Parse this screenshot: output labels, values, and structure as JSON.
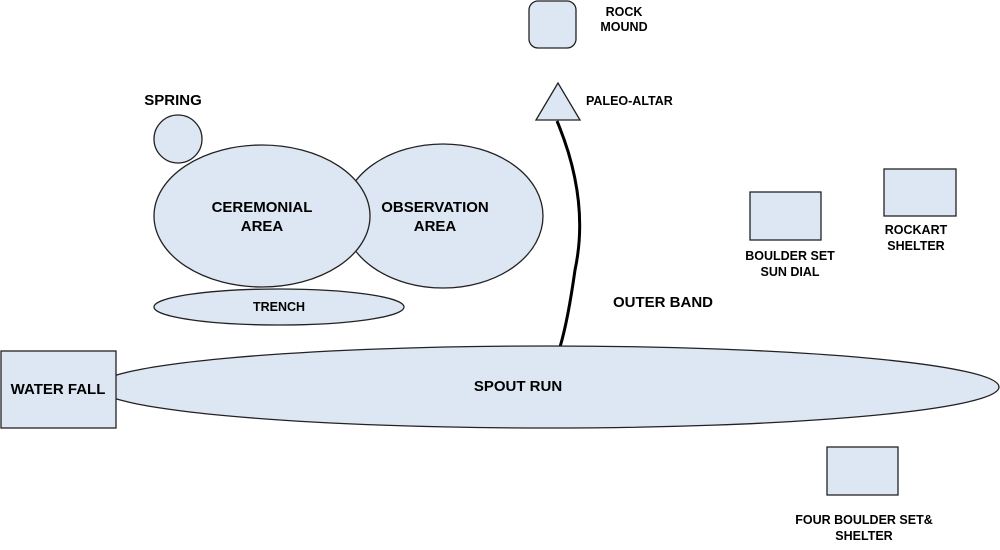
{
  "diagram": {
    "fill_color": "#dde7f3",
    "stroke_color": "#222222",
    "labels": {
      "rock_mound": [
        "ROCK",
        "MOUND"
      ],
      "paleo_altar": "PALEO-ALTAR",
      "spring": "SPRING",
      "ceremonial_area": [
        "CEREMONIAL",
        "AREA"
      ],
      "observation_area": [
        "OBSERVATION",
        "AREA"
      ],
      "trench": "TRENCH",
      "water_fall": "WATER FALL",
      "spout_run": "SPOUT RUN",
      "outer_band": "OUTER BAND",
      "boulder_set_sun_dial": [
        "BOULDER SET",
        "SUN DIAL"
      ],
      "rockart_shelter": [
        "ROCKART",
        "SHELTER"
      ],
      "four_boulder_set_shelter": [
        "FOUR BOULDER SET&",
        "SHELTER"
      ]
    }
  }
}
